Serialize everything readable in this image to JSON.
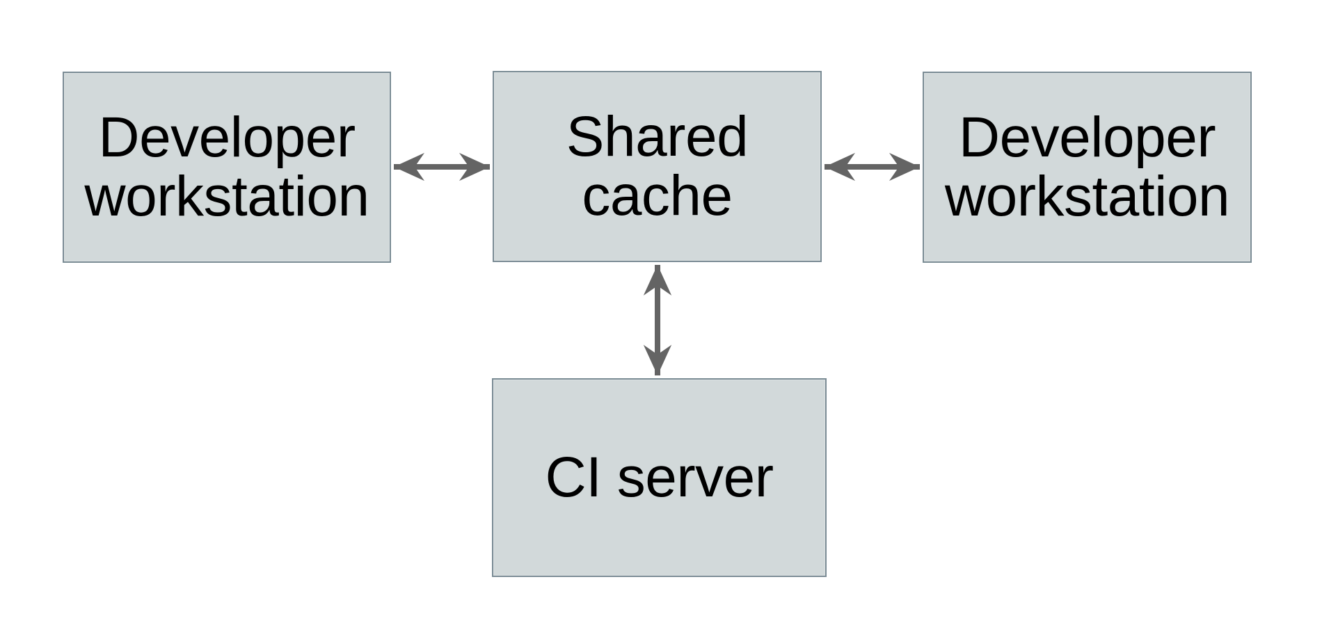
{
  "colors": {
    "background": "#ffffff",
    "box-fill": "#d2d9da",
    "box-border": "#7a8b94",
    "arrow": "#646464",
    "text": "#000000"
  },
  "diagram": {
    "nodes": [
      {
        "id": "developer-workstation-left",
        "label": "Developer\nworkstation"
      },
      {
        "id": "shared-cache",
        "label": "Shared\ncache"
      },
      {
        "id": "developer-workstation-right",
        "label": "Developer\nworkstation"
      },
      {
        "id": "ci-server",
        "label": "CI server"
      }
    ],
    "edges": [
      {
        "from": "developer-workstation-left",
        "to": "shared-cache",
        "direction": "bidirectional"
      },
      {
        "from": "shared-cache",
        "to": "developer-workstation-right",
        "direction": "bidirectional"
      },
      {
        "from": "shared-cache",
        "to": "ci-server",
        "direction": "bidirectional"
      }
    ]
  }
}
